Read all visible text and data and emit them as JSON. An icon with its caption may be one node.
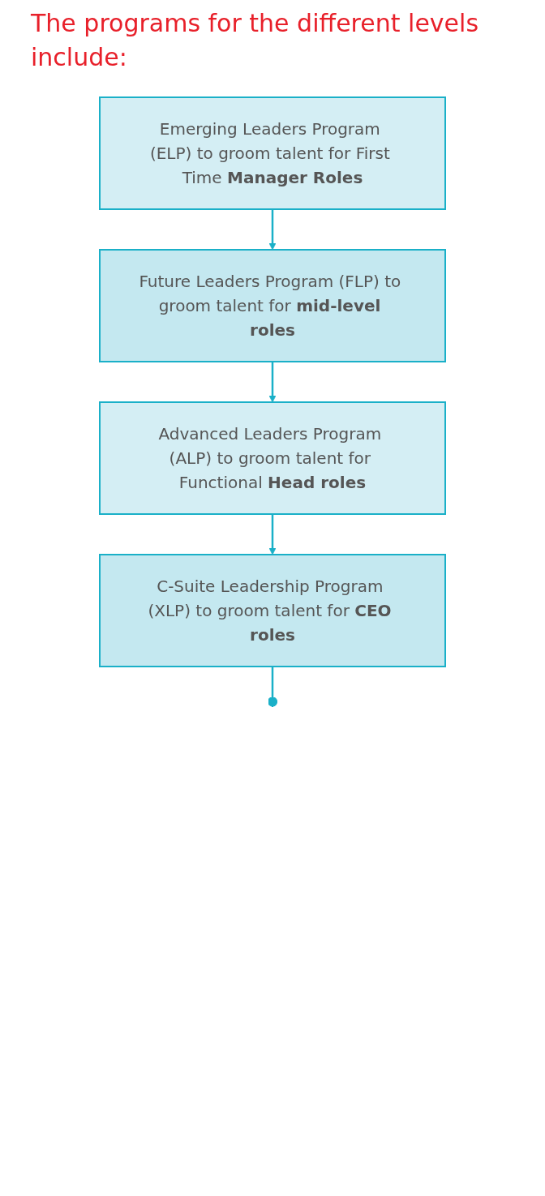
{
  "diagram": {
    "title": "The programs for the different levels include:",
    "nodes": [
      {
        "text": [
          "Emerging Leaders Program (ELP) to groom talent for First Time **Manager Roles**"
        ]
      },
      {
        "text": [
          "Future Leaders Program (FLP) to groom talent for **mid-level roles**"
        ]
      },
      {
        "text": [
          "Advanced Leaders Program (ALP) to groom talent for Functional **Head roles**"
        ]
      },
      {
        "text": [
          "C-Suite Leadership Program (XLP) to groom talent for **CEO roles**"
        ]
      }
    ],
    "edges": [
      {
        "from": 0,
        "to": 1,
        "arrow": "to"
      },
      {
        "from": 1,
        "to": 2,
        "arrow": "to"
      },
      {
        "from": 2,
        "to": 3,
        "arrow": "to"
      },
      {
        "from": 3,
        "to": null,
        "arrow": "other"
      }
    ]
  }
}
